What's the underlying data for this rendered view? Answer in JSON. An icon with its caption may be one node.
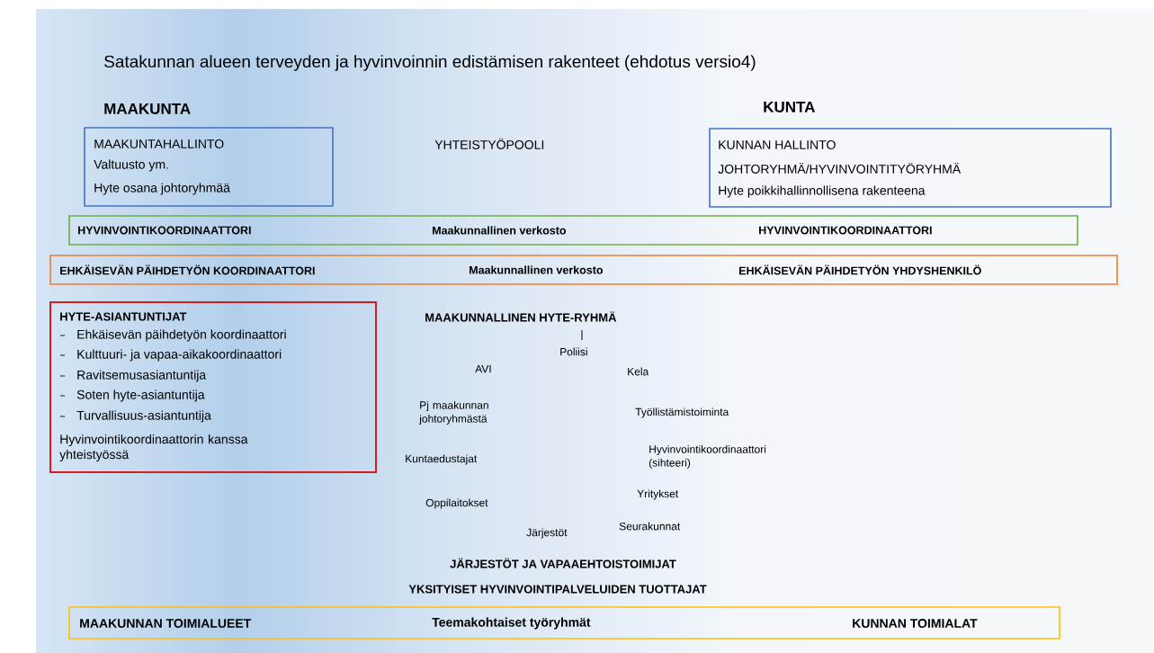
{
  "diagram": {
    "title": "Satakunnan alueen terveyden ja hyvinvoinnin edistämisen rakenteet (ehdotus versio4)",
    "nodes": [
      {
        "text": [
          "MAAKUNTAHALLINTO",
          "Valtuusto ym.",
          "Hyte osana johtoryhmää"
        ]
      },
      {
        "text": [
          "KUNNAN HALLINTO",
          "JOHTORYHMÄ/HYVINVOINTITYÖRYHMÄ",
          "Hyte poikkihallinnollisena rakenteena"
        ]
      },
      {
        "text": [
          "HYVINVOINTIKOORDINAATTORI",
          "Maakunnallinen verkosto",
          "HYVINVOINTIKOORDINAATTORI"
        ]
      },
      {
        "text": [
          "EHKÄISEVÄN PÄIHDETYÖN KOORDINAATTORI",
          "Maakunnallinen verkosto",
          "EHKÄISEVÄN PÄIHDETYÖN YHDYSHENKILÖ"
        ]
      },
      {
        "text": [
          "HYTE-ASIANTUNTIJAT",
          "Ehkäisevän päihdetyön koordinaattori",
          "Kulttuuri- ja vapaa-aikakoordinaattori",
          "Ravitsemusasiantuntija",
          "Soten hyte-asiantuntija",
          "Turvallisuus-asiantuntija",
          "Hyvinvointikoordinaattorin kanssa yhteistyössä"
        ]
      },
      {
        "text": [
          "MAAKUNNAN TOIMIALUEET",
          "Teemakohtaiset työryhmät",
          "KUNNAN TOIMIALAT"
        ]
      }
    ],
    "labels": [
      "MAAKUNTA",
      "KUNTA",
      "YHTEISTYÖPOOLI",
      "MAAKUNNALLINEN HYTE-RYHMÄ",
      "Poliisi",
      "AVI",
      "Kela",
      "Pj maakunnan johtoryhmästä",
      "Työllistämistoiminta",
      "Hyvinvointikoordinaattori (sihteeri)",
      "Kuntaedustajat",
      "Yritykset",
      "Oppilaitokset",
      "Seurakunnat",
      "Järjestöt",
      "JÄRJESTÖT JA VAPAAEHTOISTOIMIJAT",
      "YKSITYISET HYVINVOINTIPALVELUIDEN TUOTTAJAT"
    ]
  }
}
